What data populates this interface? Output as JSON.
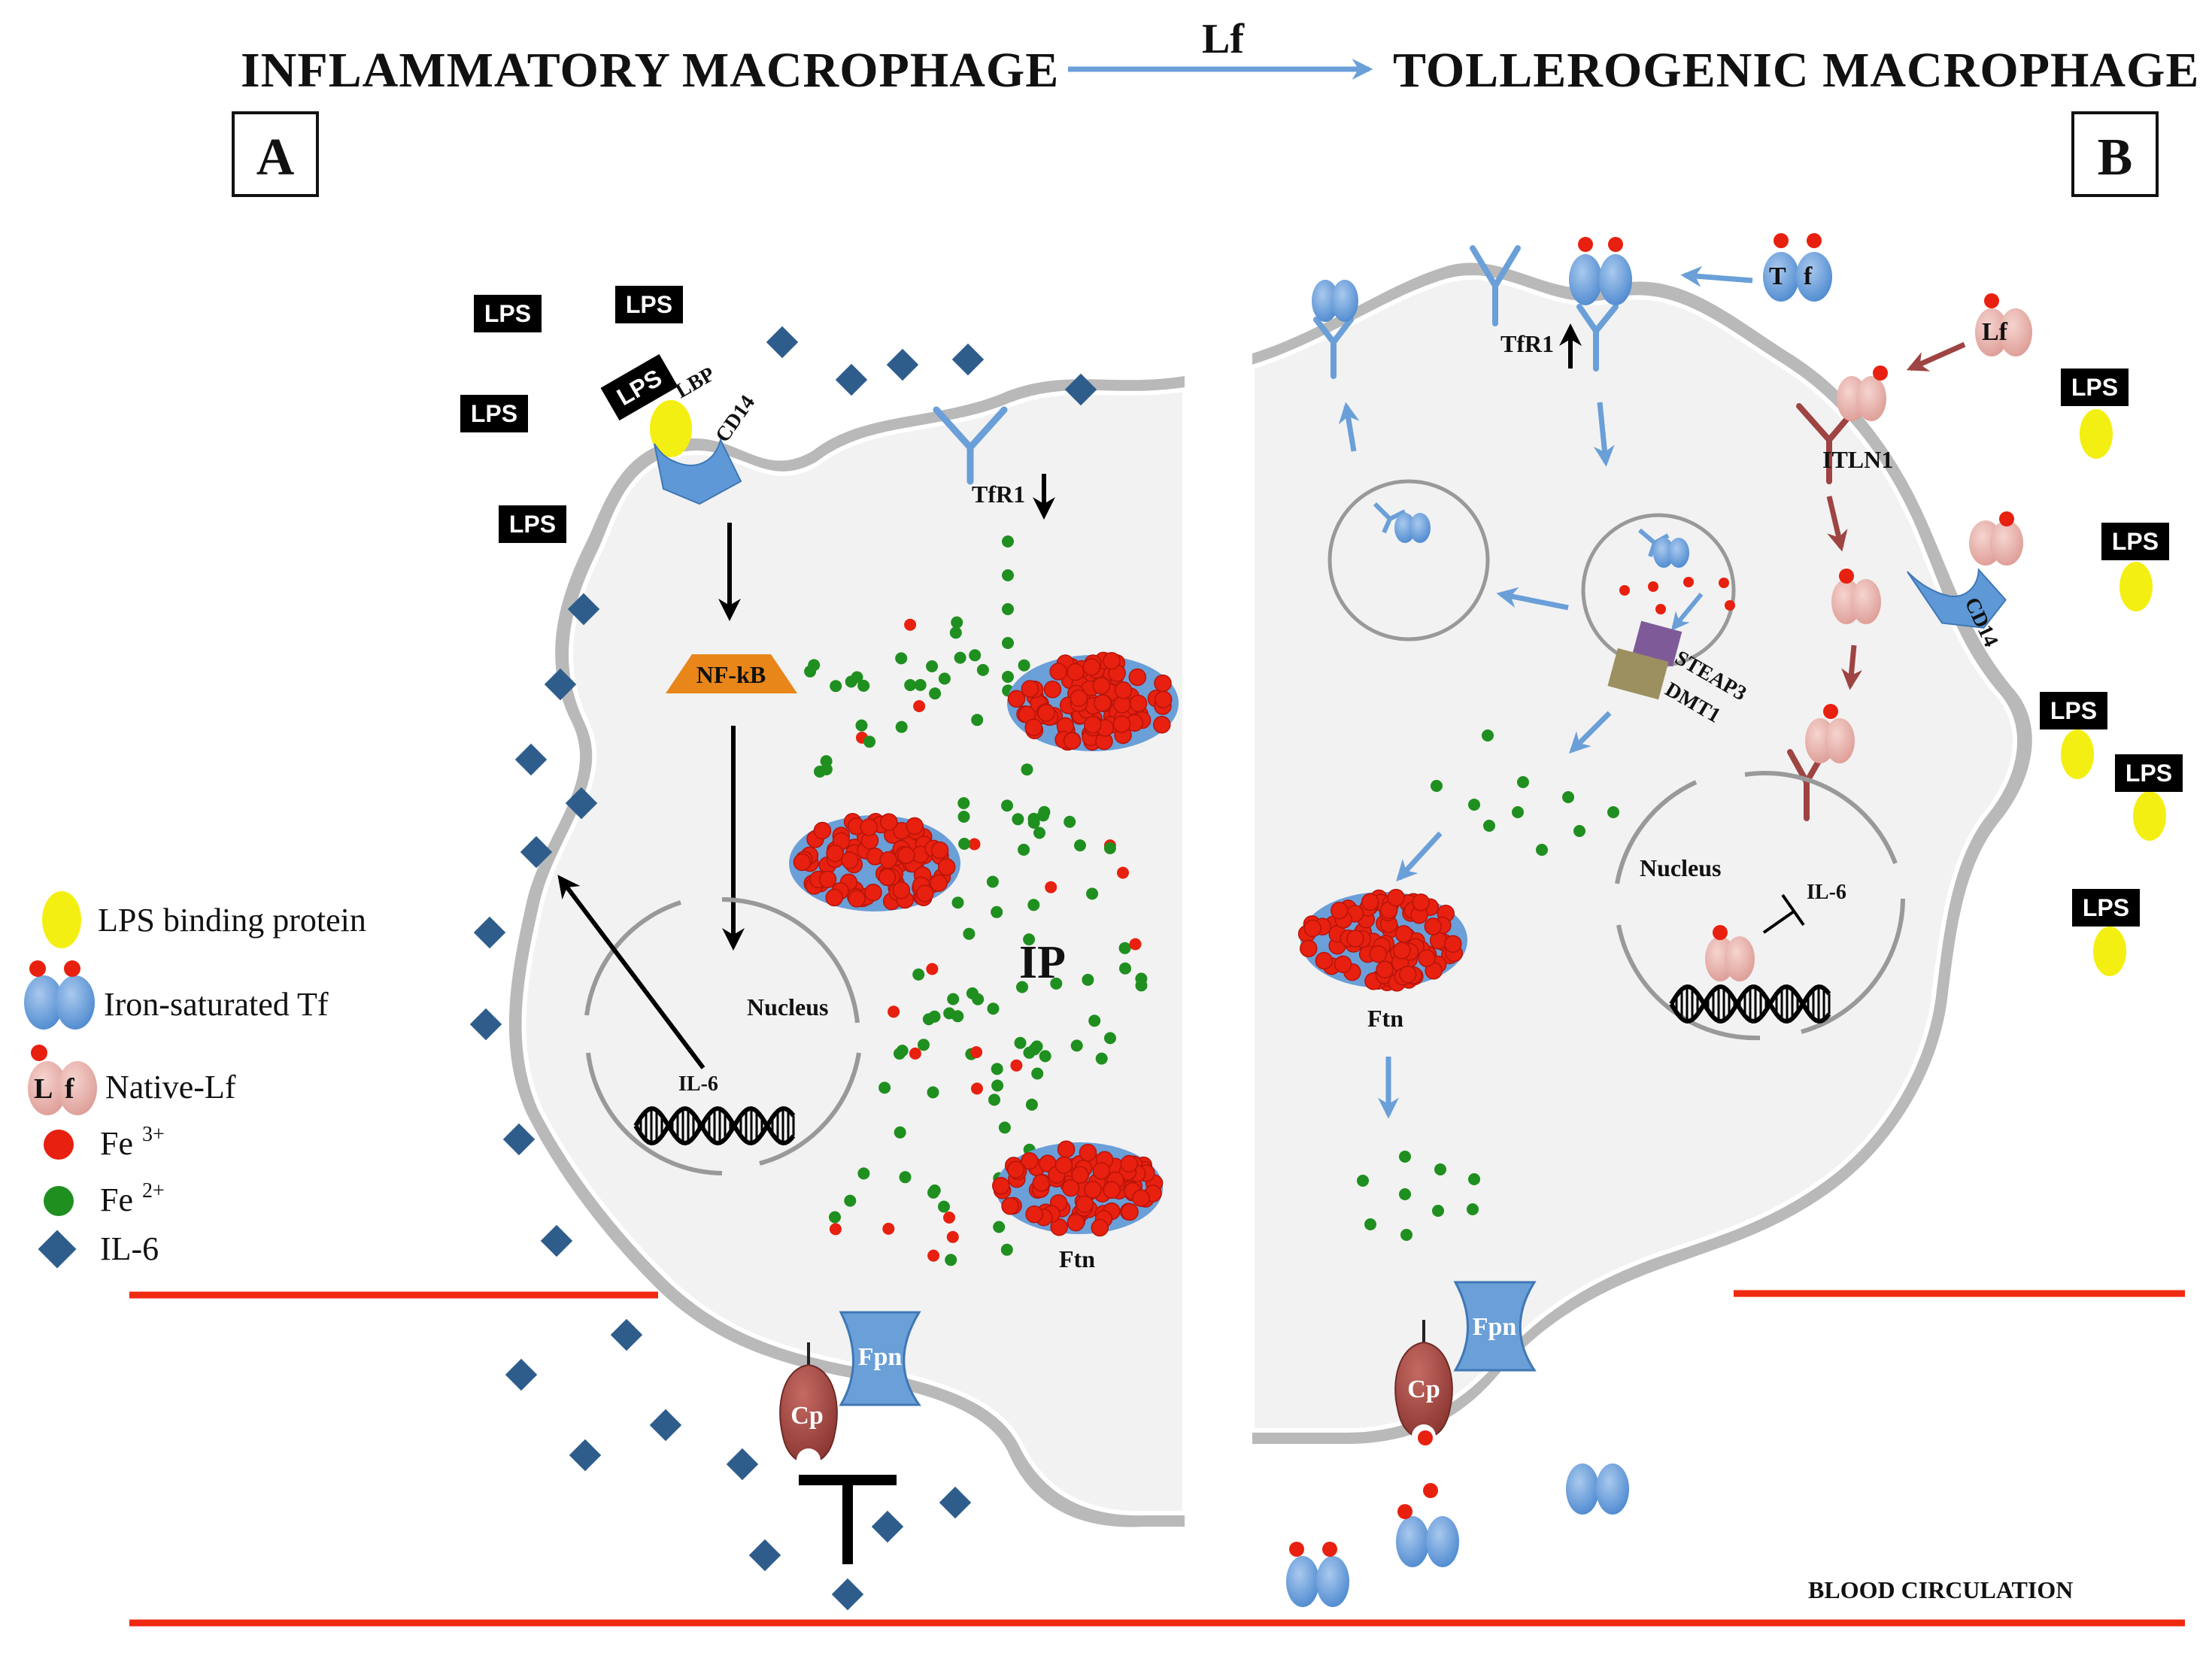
{
  "header": {
    "left_title": "INFLAMMATORY MACROPHAGE",
    "arrow_label": "Lf",
    "right_title": "TOLLEROGENIC MACROPHAGE",
    "panel_a": "A",
    "panel_b": "B"
  },
  "panel_a": {
    "lps_label": "LPS",
    "lbp_label": "LBP",
    "cd14_label": "CD14",
    "tfr1_label": "TfR1",
    "nfkb_label": "NF-kB",
    "nucleus_label": "Nucleus",
    "il6_label": "IL-6",
    "ip_label": "IP",
    "ftn_label": "Ftn",
    "fpn_label": "Fpn",
    "cp_label": "Cp"
  },
  "panel_b": {
    "tf_t": "T",
    "tf_f": "f",
    "tfr1_label": "TfR1",
    "lf_label": "Lf",
    "itln1_label": "ITLN1",
    "lps_label": "LPS",
    "cd14_label": "CD14",
    "steap3_label": "STEAP3",
    "dmt1_label": "DMT1",
    "nucleus_label": "Nucleus",
    "il6_label": "IL-6",
    "ftn_label": "Ftn",
    "fpn_label": "Fpn",
    "cp_label": "Cp",
    "blood_label": "BLOOD  CIRCULATION"
  },
  "legend": {
    "lbp": "LPS binding protein",
    "tf": "Iron-saturated Tf",
    "lf_l": "L",
    "lf_f": "f",
    "lf": "Native-Lf",
    "fe3_base": "Fe",
    "fe3_sup": "3+",
    "fe2_base": "Fe",
    "fe2_sup": "2+",
    "il6": "IL-6"
  },
  "colors": {
    "fe3": "#e8200f",
    "fe2": "#1f8f1f",
    "il6": "#2e5d8c",
    "receptor_blue": "#6a9fd8",
    "lf_pink": "#ebb3ad",
    "itln1_brown": "#9e4442",
    "nfkb_orange": "#e8861a",
    "cp_brown": "#a54a44",
    "membrane_red": "#f02a10",
    "cell_fill": "#f2f2f2",
    "lbp_yellow": "#f4ef12"
  }
}
